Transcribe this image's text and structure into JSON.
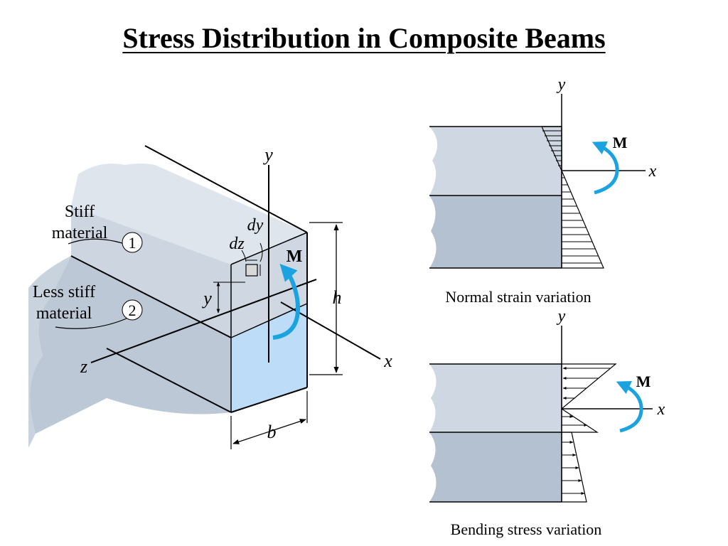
{
  "title": "Stress Distribution in Composite Beams",
  "beam": {
    "label_stiff_line1": "Stiff",
    "label_stiff_line2": "material",
    "label_less_line1": "Less stiff",
    "label_less_line2": "material",
    "region1_number": "1",
    "region2_number": "2",
    "axis_y": "y",
    "axis_x": "x",
    "axis_z": "z",
    "dim_h": "h",
    "dim_b": "b",
    "dim_y": "y",
    "elem_dy": "dy",
    "elem_dz": "dz",
    "moment": "M"
  },
  "strain_diagram": {
    "axis_y": "y",
    "axis_x": "x",
    "moment": "M",
    "caption": "Normal strain variation"
  },
  "stress_diagram": {
    "axis_y": "y",
    "axis_x": "x",
    "moment": "M",
    "caption": "Bending stress variation"
  },
  "colors": {
    "top_material": "#cfd8e2",
    "bottom_material": "#b3c1d0",
    "beam_top_face": "#dfe5ec",
    "beam_side_face": "#c9d4df",
    "beam_end_face": "#bcdcf7",
    "moment_arrow": "#1aa3e0"
  }
}
